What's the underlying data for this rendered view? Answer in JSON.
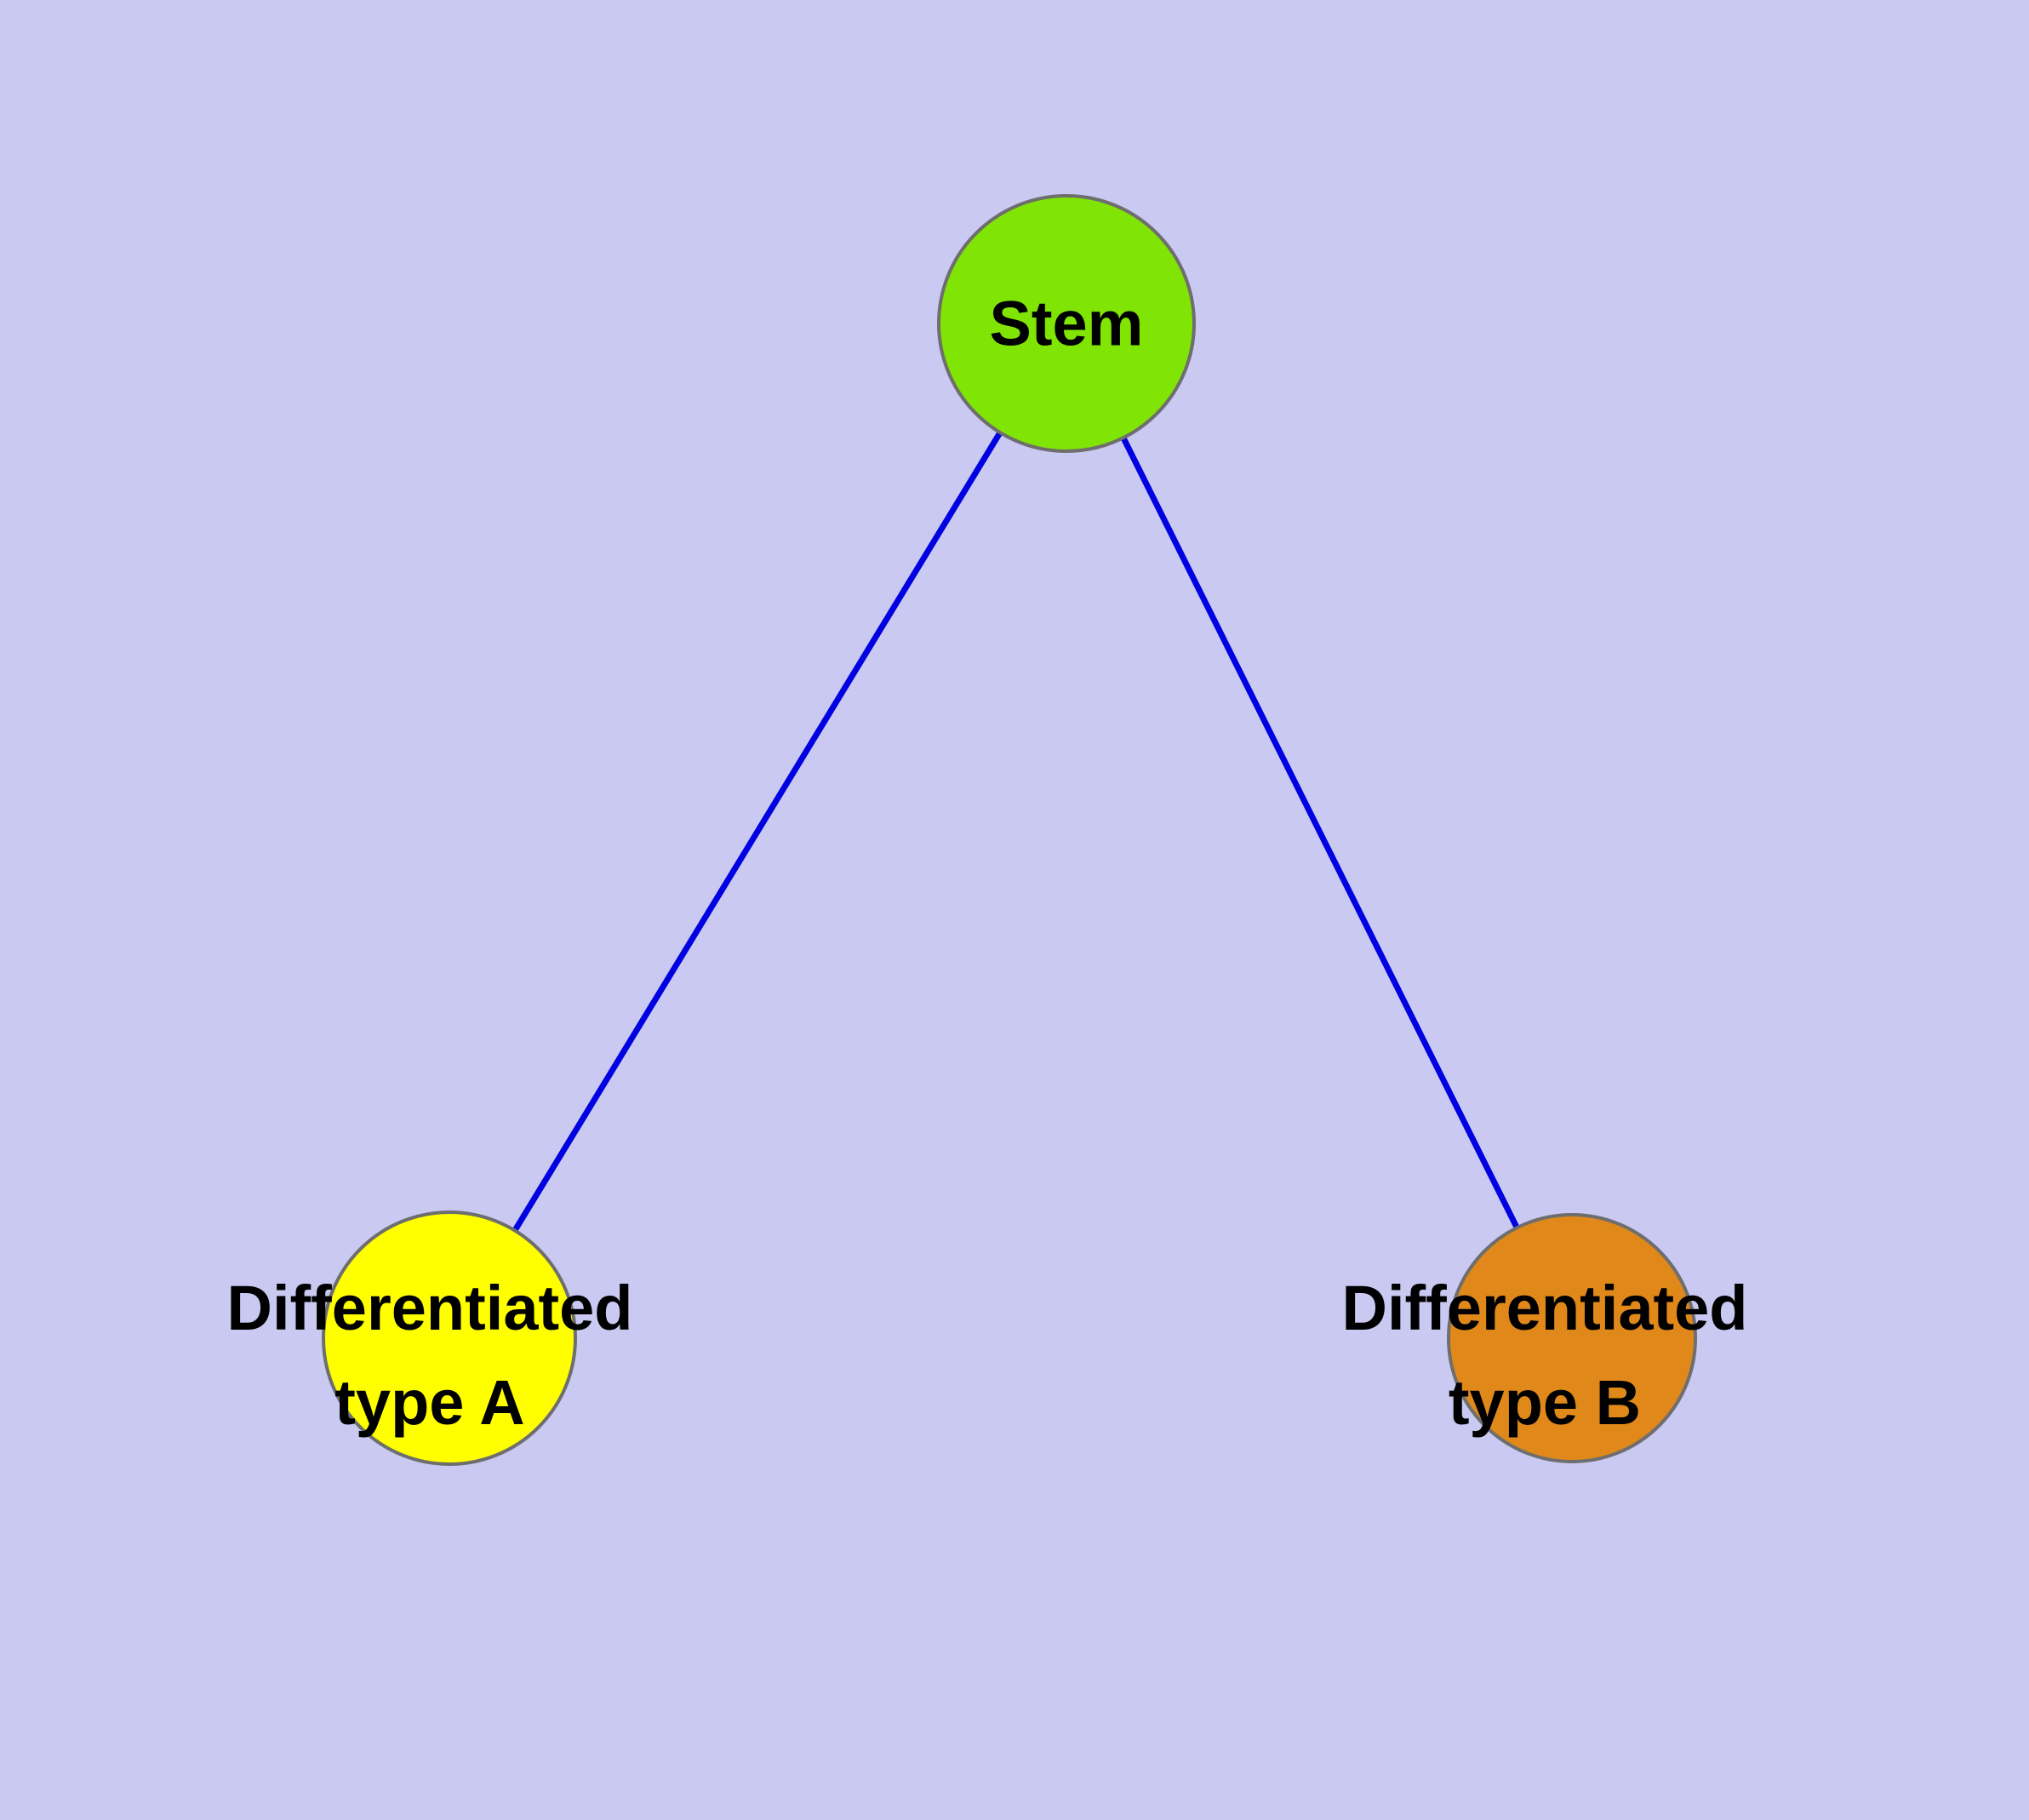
{
  "diagram": {
    "background_color": "#c9c9f1",
    "edge_color": "#0000e1",
    "node_border_color": "#6e6e6e",
    "text_color": "#000000",
    "nodes": {
      "stem": {
        "label": "Stem",
        "fill": "#80e404"
      },
      "type_a": {
        "label": "Differentiated\ntype A",
        "fill": "#ffff00"
      },
      "type_b": {
        "label": "Differentiated\ntype B",
        "fill": "#e0891a"
      }
    },
    "edges": [
      {
        "from": "stem",
        "to": "type_a"
      },
      {
        "from": "stem",
        "to": "type_b"
      }
    ]
  }
}
